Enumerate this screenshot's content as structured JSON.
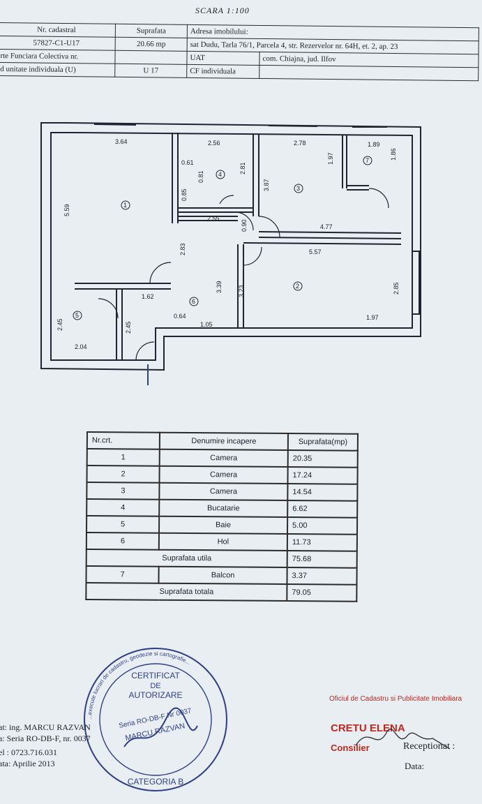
{
  "header": {
    "scale": "SCARA 1:100",
    "rows": [
      [
        "Nr. cadastral",
        "Suprafata",
        "Adresa imobilului:"
      ],
      [
        "57827-C1-U17",
        "20.66 mp",
        "sat Dudu, Tarla 76/1, Parcela 4, str. Rezervelor nr. 64H, et. 2, ap. 23"
      ],
      [
        "rte Funciara Colectiva nr.",
        "",
        "UAT",
        "com. Chiajna, jud. Ilfov"
      ],
      [
        "d unitate individuala (U)",
        "U 17",
        "CF individuala",
        ""
      ]
    ]
  },
  "plan": {
    "dimensions": [
      "3.64",
      "2.56",
      "2.78",
      "1.89",
      "0.61",
      "0.81",
      "2.81",
      "1.97",
      "1.86",
      "3.87",
      "5.59",
      "0.85",
      "2.55",
      "0.90",
      "4.77",
      "2.83",
      "5.57",
      "3.39",
      "3.23",
      "2.85",
      "1.62",
      "0.64",
      "1.05",
      "1.97",
      "2.45",
      "2.45",
      "2.04"
    ],
    "room_markers": [
      "1",
      "2",
      "3",
      "4",
      "5",
      "6",
      "7"
    ]
  },
  "rooms_table": {
    "headers": [
      "Nr.crt.",
      "Denumire incapere",
      "Suprafata(mp)"
    ],
    "rows": [
      {
        "nr": "1",
        "name": "Camera",
        "area": "20.35"
      },
      {
        "nr": "2",
        "name": "Camera",
        "area": "17.24"
      },
      {
        "nr": "3",
        "name": "Camera",
        "area": "14.54"
      },
      {
        "nr": "4",
        "name": "Bucatarie",
        "area": "6.62"
      },
      {
        "nr": "5",
        "name": "Baie",
        "area": "5.00"
      },
      {
        "nr": "6",
        "name": "Hol",
        "area": "11.73"
      }
    ],
    "useful_label": "Suprafata utila",
    "useful_value": "75.68",
    "balcony": {
      "nr": "7",
      "name": "Balcon",
      "area": "3.37"
    },
    "total_label": "Suprafata totala",
    "total_value": "79.05"
  },
  "stamp": {
    "ring_text": "...execute lucrari de cadastru, geodezie si cartografie...",
    "inner": [
      "CERTIFICAT",
      "DE",
      "AUTORIZARE",
      "Seria RO-DB-F Nr 0037",
      "MARCU RAZVAN",
      "CATEGORIA B"
    ]
  },
  "author": {
    "lines": [
      "at: ing. MARCU RAZVAN",
      "a: Seria RO-DB-F, nr. 0037",
      "el : 0723.716.031",
      "ata: Aprilie 2013"
    ]
  },
  "office": {
    "title": "Oficiul de Cadastru si Publicitate Imobiliara",
    "name": "CRETU ELENA",
    "role": "Consilier",
    "received": "Receptionat :",
    "date": "Data:"
  },
  "colors": {
    "paper": "#e9eef2",
    "ink": "#1a1f2a",
    "stamp": "#2f3f86",
    "signature_red": "#c0281f"
  }
}
